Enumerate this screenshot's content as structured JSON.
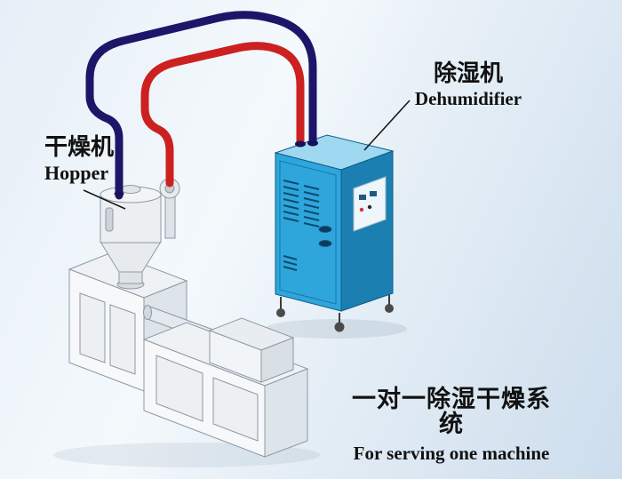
{
  "labels": {
    "hopper_cn": "干燥机",
    "hopper_en": "Hopper",
    "dehumidifier_cn": "除湿机",
    "dehumidifier_en": "Dehumidifier",
    "caption_cn": "一对一除湿干燥系统",
    "caption_en": "For serving one machine"
  },
  "colors": {
    "pipe_red": "#cd2020",
    "pipe_navy": "#1d1668",
    "cabinet_front": "#2ea6dc",
    "cabinet_side": "#1b7fb2",
    "cabinet_top": "#9ed9f1",
    "machine_body": "#f6f8fa",
    "leader_line": "#1a1a1a"
  }
}
